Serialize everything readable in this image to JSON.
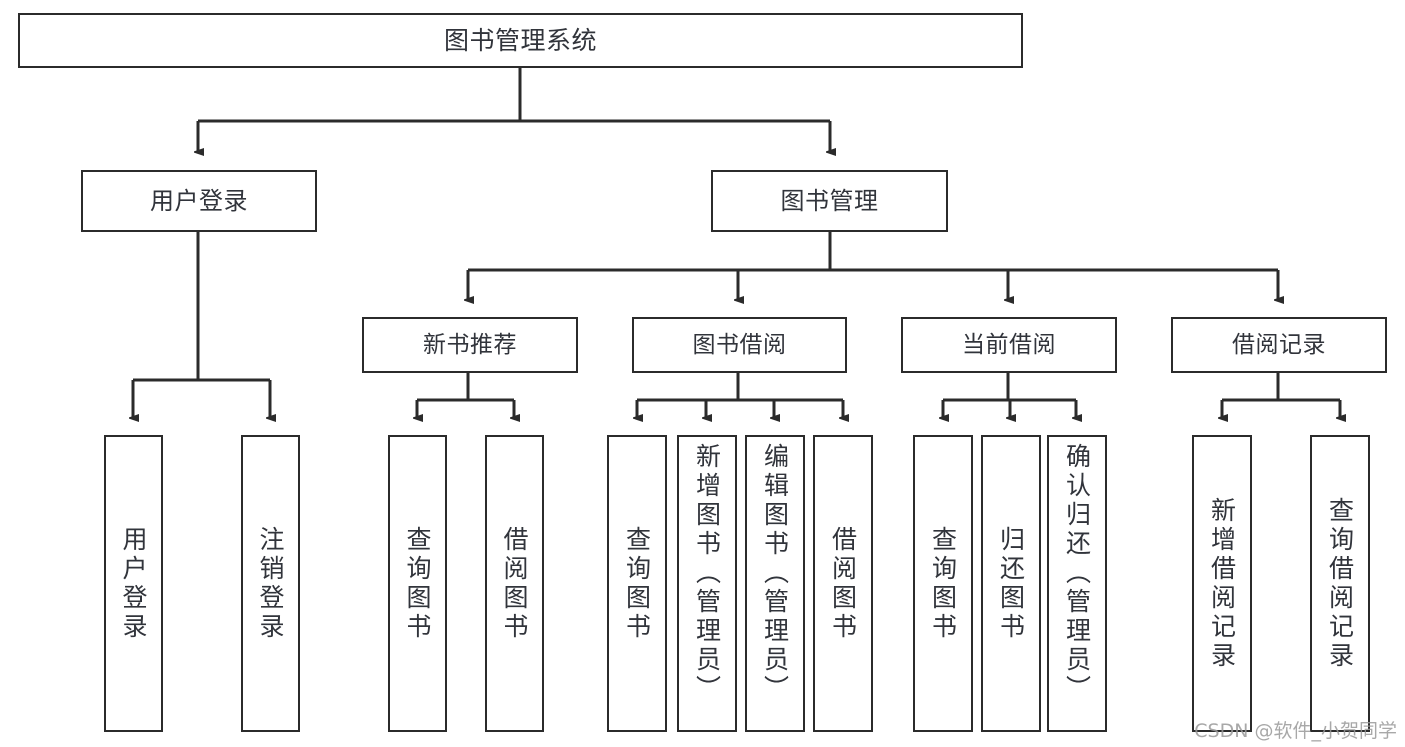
{
  "diagram": {
    "title": "图书管理系统",
    "watermark": "CSDN @软件_小贺同学",
    "line_color": "#2b2b2b",
    "box_border_color": "#2b2b2b",
    "box_fill_color": "#ffffff",
    "text_color": "#31343b",
    "levels": {
      "root": {
        "label": "图书管理系统"
      },
      "level1": [
        {
          "id": "user-login",
          "label": "用户登录"
        },
        {
          "id": "book-management",
          "label": "图书管理"
        }
      ],
      "level2": [
        {
          "id": "new-book-recommend",
          "label": "新书推荐"
        },
        {
          "id": "book-borrow",
          "label": "图书借阅"
        },
        {
          "id": "current-borrow",
          "label": "当前借阅"
        },
        {
          "id": "borrow-record",
          "label": "借阅记录"
        }
      ],
      "leaves": [
        {
          "id": "leaf-user-login",
          "label": "用户登录",
          "parent": "user-login"
        },
        {
          "id": "leaf-user-logout",
          "label": "注销登录",
          "parent": "user-login"
        },
        {
          "id": "leaf-query-book-1",
          "label": "查询图书",
          "parent": "new-book-recommend"
        },
        {
          "id": "leaf-borrow-book-1",
          "label": "借阅图书",
          "parent": "new-book-recommend"
        },
        {
          "id": "leaf-query-book-2",
          "label": "查询图书",
          "parent": "book-borrow"
        },
        {
          "id": "leaf-add-book",
          "label": "新增图书（管理员）",
          "parent": "book-borrow"
        },
        {
          "id": "leaf-edit-book",
          "label": "编辑图书（管理员）",
          "parent": "book-borrow"
        },
        {
          "id": "leaf-borrow-book-2",
          "label": "借阅图书",
          "parent": "book-borrow"
        },
        {
          "id": "leaf-query-book-3",
          "label": "查询图书",
          "parent": "current-borrow"
        },
        {
          "id": "leaf-return-book",
          "label": "归还图书",
          "parent": "current-borrow"
        },
        {
          "id": "leaf-confirm-return",
          "label": "确认归还（管理员）",
          "parent": "current-borrow"
        },
        {
          "id": "leaf-add-record",
          "label": "新增借阅记录",
          "parent": "borrow-record"
        },
        {
          "id": "leaf-query-record",
          "label": "查询借阅记录",
          "parent": "borrow-record"
        }
      ]
    }
  }
}
